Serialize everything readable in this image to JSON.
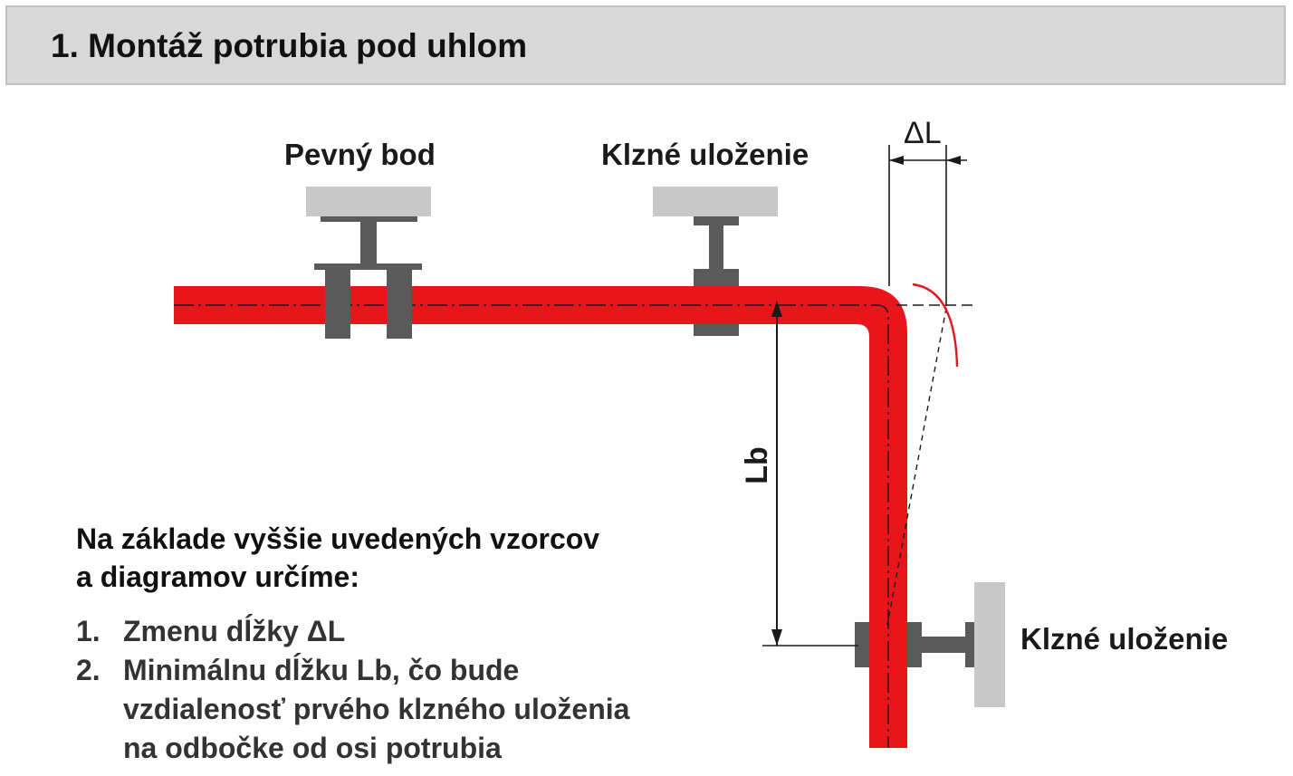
{
  "header": {
    "title": "1. Montáž potrubia pod uhlom"
  },
  "diagram": {
    "fixed_point_label": "Pevný bod",
    "sliding_support_label_top": "Klzné uloženie",
    "sliding_support_label_bottom": "Klzné uloženie",
    "delta_l_label": "ΔL",
    "lb_label": "Lb"
  },
  "text": {
    "intro_line1": "Na základe vyššie uvedených vzorcov",
    "intro_line2": "a diagramov určíme:",
    "steps": [
      {
        "num": "1.",
        "lines": [
          "Zmenu dĺžky ΔL"
        ]
      },
      {
        "num": "2.",
        "lines": [
          "Minimálnu dĺžku Lb, čo bude",
          "vzdialenosť prvého klzného uloženia",
          "na odbočke od osi potrubia"
        ]
      }
    ]
  },
  "colors": {
    "pipe": "#e8161b",
    "support_dark": "#5a5a5a",
    "support_light": "#c8c8c8",
    "title_bg": "#d8d8d8"
  }
}
